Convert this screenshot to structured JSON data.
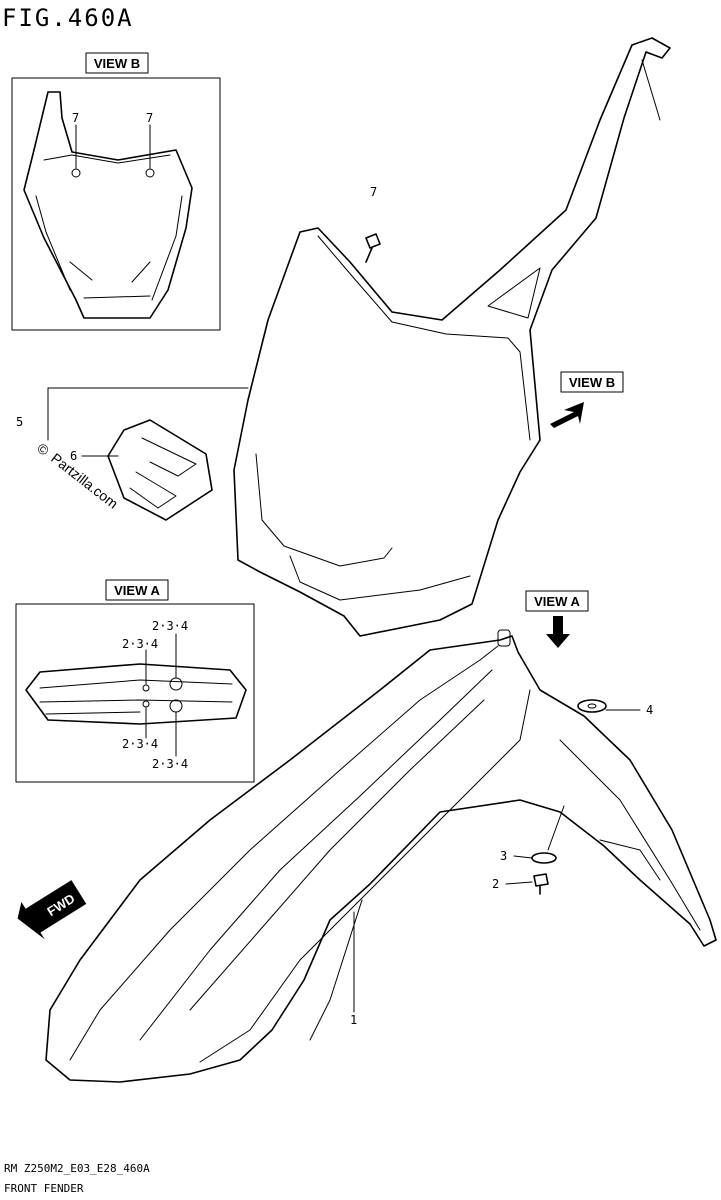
{
  "figure": {
    "title": "FIG.460A",
    "model_code": "RM Z250M2_E03_E28_460A",
    "section_name": "FRONT FENDER"
  },
  "view_labels": {
    "view_b_box": "VIEW B",
    "view_b_pointer": "VIEW B",
    "view_a_box": "VIEW A",
    "view_a_pointer": "VIEW A"
  },
  "watermark": {
    "copyright_symbol": "©",
    "text": "Partzilla.com"
  },
  "forward_badge": "FWD",
  "callouts": {
    "part_1": "1",
    "part_2": "2",
    "part_3": "3",
    "part_4": "4",
    "part_5": "5",
    "part_6": "6",
    "part_7_main": "7",
    "part_7_view_b_left": "7",
    "part_7_view_b_right": "7",
    "view_a_top_right": "2·3·4",
    "view_a_top_left": "2·3·4",
    "view_a_bottom_left": "2·3·4",
    "view_a_bottom_right": "2·3·4"
  }
}
